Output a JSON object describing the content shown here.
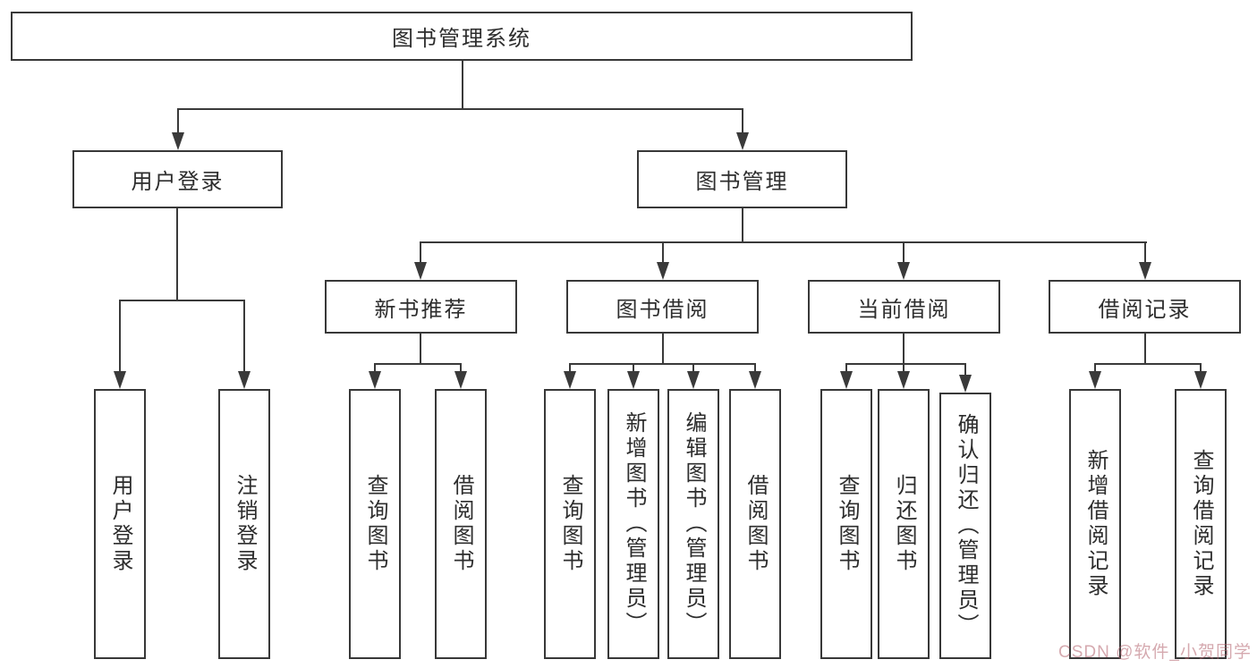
{
  "tree": {
    "root": "图书管理系统",
    "user_login": {
      "label": "用户登录",
      "children": [
        "用户登录",
        "注销登录"
      ]
    },
    "book_mgmt": {
      "label": "图书管理",
      "children": [
        {
          "label": "新书推荐",
          "children": [
            "查询图书",
            "借阅图书"
          ]
        },
        {
          "label": "图书借阅",
          "children": [
            "查询图书",
            "新增图书（管理员）",
            "编辑图书（管理员）",
            "借阅图书"
          ]
        },
        {
          "label": "当前借阅",
          "children": [
            "查询图书",
            "归还图书",
            "确认归还（管理员）"
          ]
        },
        {
          "label": "借阅记录",
          "children": [
            "新增借阅记录",
            "查询借阅记录"
          ]
        }
      ]
    }
  },
  "watermark": "CSDN @软件_小贺同学",
  "colors": {
    "line": "#3a3a3a",
    "text": "#2d2d2d",
    "watermark_pink": "#b2636e",
    "background": "#ffffff"
  }
}
